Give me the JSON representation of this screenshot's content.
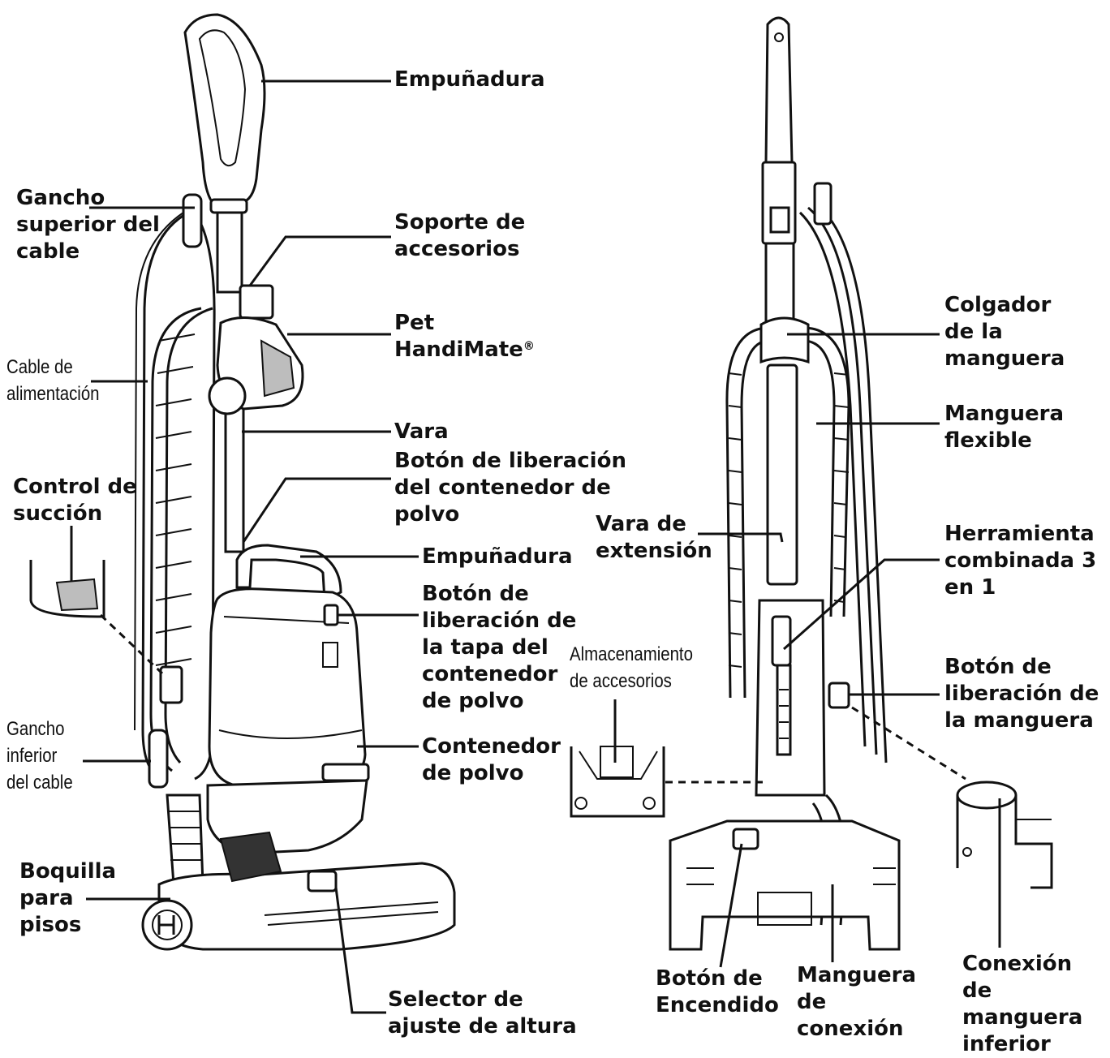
{
  "labels": {
    "empunadura_top": "Empuñadura",
    "gancho_superior": [
      "Gancho",
      "superior del",
      "cable"
    ],
    "soporte_accesorios": [
      "Soporte de",
      "accesorios"
    ],
    "pet_handimate": [
      "Pet",
      "HandiMate"
    ],
    "registered_mark": "®",
    "cable_alimentacion": [
      "Cable de",
      "alimentación"
    ],
    "vara": "Vara",
    "boton_contenedor_polvo": [
      "Botón de liberación",
      "del contenedor de",
      "polvo"
    ],
    "control_succion": [
      "Control de",
      "succión"
    ],
    "empunadura_bin": "Empuñadura",
    "boton_tapa": [
      "Botón de",
      "liberación de",
      "la tapa del",
      "contenedor",
      "de polvo"
    ],
    "gancho_inferior": [
      "Gancho",
      "inferior",
      "del cable"
    ],
    "contenedor_polvo": [
      "Contenedor",
      "de polvo"
    ],
    "boquilla": [
      "Boquilla",
      "para",
      "pisos"
    ],
    "selector_altura": [
      "Selector de",
      "ajuste de altura"
    ],
    "almacenamiento": [
      "Almacenamiento",
      "de accesorios"
    ],
    "vara_extension": [
      "Vara de",
      "extensión"
    ],
    "colgador_manguera": [
      "Colgador",
      "de la",
      "manguera"
    ],
    "manguera_flexible": [
      "Manguera",
      "flexible"
    ],
    "herramienta_combinada": [
      "Herramienta",
      "combinada 3",
      "en 1"
    ],
    "boton_liberacion_manguera": [
      "Botón de",
      "liberación de",
      "la manguera"
    ],
    "boton_encendido": [
      "Botón de",
      "Encendido"
    ],
    "manguera_conexion": [
      "Manguera",
      "de",
      "conexión"
    ],
    "conexion_manguera_inferior": [
      "Conexión",
      "de",
      "manguera",
      "inferior"
    ]
  },
  "colors": {
    "line": "#111111",
    "background": "#ffffff",
    "shade": "#bdbdbd"
  }
}
